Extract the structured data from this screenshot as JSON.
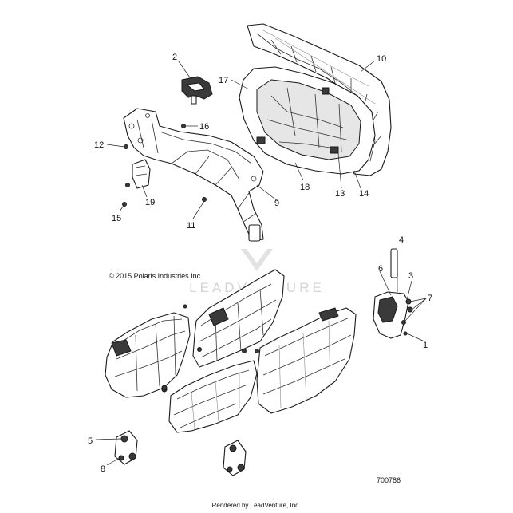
{
  "copyright": "© 2015 Polaris Industries Inc.",
  "watermark": "LEADVENTURE",
  "diagram_number": "700786",
  "footer": "Rendered by LeadVenture, Inc.",
  "callouts": [
    {
      "id": "c1",
      "label": "1"
    },
    {
      "id": "c2",
      "label": "2"
    },
    {
      "id": "c3",
      "label": "3"
    },
    {
      "id": "c4",
      "label": "4"
    },
    {
      "id": "c5",
      "label": "5"
    },
    {
      "id": "c6",
      "label": "6"
    },
    {
      "id": "c7",
      "label": "7"
    },
    {
      "id": "c8",
      "label": "8"
    },
    {
      "id": "c9",
      "label": "9"
    },
    {
      "id": "c10",
      "label": "10"
    },
    {
      "id": "c11",
      "label": "11"
    },
    {
      "id": "c12",
      "label": "12"
    },
    {
      "id": "c13",
      "label": "13"
    },
    {
      "id": "c14",
      "label": "14"
    },
    {
      "id": "c15",
      "label": "15"
    },
    {
      "id": "c16",
      "label": "16"
    },
    {
      "id": "c17",
      "label": "17"
    },
    {
      "id": "c18",
      "label": "18"
    },
    {
      "id": "c19",
      "label": "19"
    }
  ]
}
